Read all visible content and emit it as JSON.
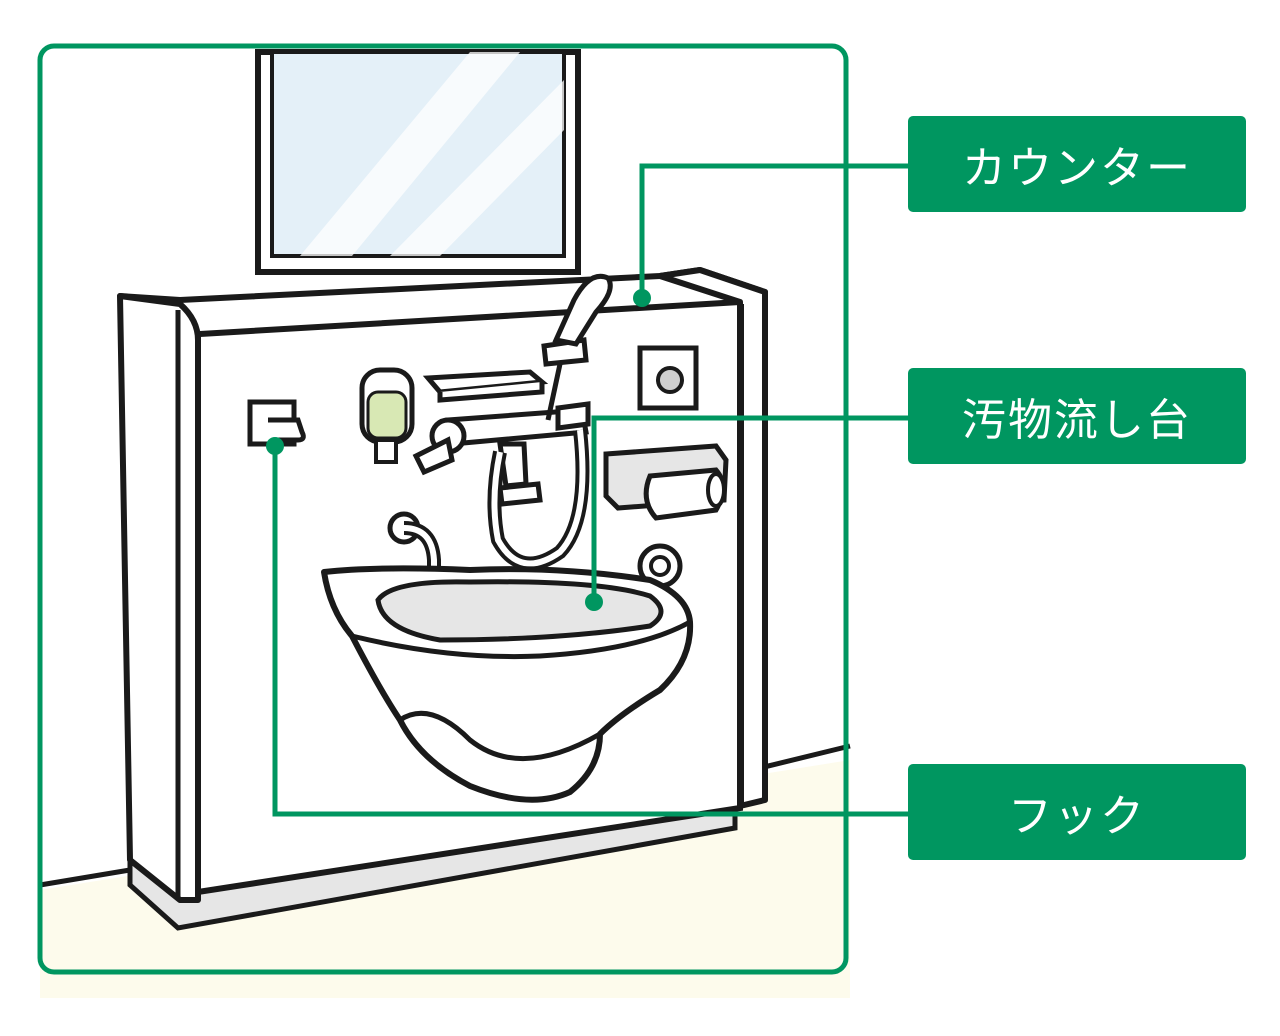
{
  "labels": {
    "counter": "カウンター",
    "sink": "汚物流し台",
    "hook": "フック"
  },
  "colors": {
    "accent": "#009660",
    "outline": "#1a1a1a",
    "mirror": "#e4f0f8",
    "floor": "#fdfbec",
    "soap": "#d8e8b4",
    "basin": "#e6e6e6"
  }
}
